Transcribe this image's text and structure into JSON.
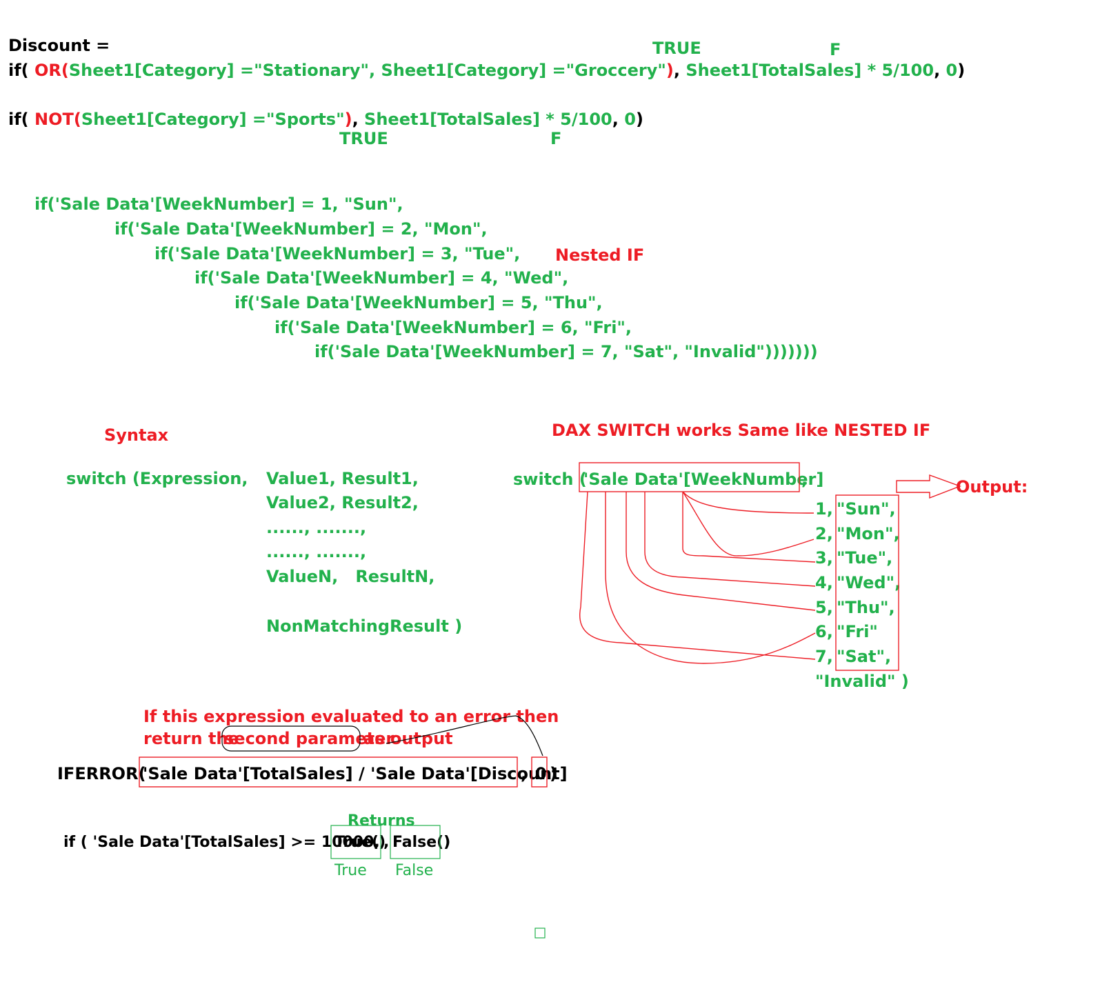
{
  "discount": {
    "title": "Discount =",
    "or_line": {
      "if": "if(",
      "or": "OR(",
      "cond1": "Sheet1[Category] =\"Stationary\", Sheet1[Category] =\"Groccery\"",
      "close": ")",
      "comma1": ",",
      "truepart": " Sheet1[TotalSales] * 5/100",
      "comma2": ",",
      "falsepart": " 0",
      "end": ")"
    },
    "or_true_label": "TRUE",
    "or_false_label": "F",
    "not_line": {
      "if": "if(",
      "not": "NOT(",
      "cond": "Sheet1[Category] =\"Sports\"",
      "close": ")",
      "comma1": ",",
      "truepart": " Sheet1[TotalSales] * 5/100",
      "comma2": ",",
      "falsepart": " 0",
      "end": ")"
    },
    "not_true_label": "TRUE",
    "not_false_label": "F"
  },
  "nested_if": {
    "lines": [
      "if('Sale Data'[WeekNumber] = 1, \"Sun\",",
      "if('Sale Data'[WeekNumber] = 2, \"Mon\",",
      "if('Sale Data'[WeekNumber] = 3, \"Tue\",",
      "if('Sale Data'[WeekNumber] = 4, \"Wed\",",
      "if('Sale Data'[WeekNumber] = 5, \"Thu\",",
      "if('Sale Data'[WeekNumber] = 6, \"Fri\",",
      "if('Sale Data'[WeekNumber] = 7, \"Sat\", \"Invalid\")))))))"
    ],
    "label": "Nested IF"
  },
  "syntax": {
    "heading": "Syntax",
    "switch": "switch (Expression,",
    "lines": [
      "Value1, Result1,",
      "Value2, Result2,",
      "......, .......,",
      "......, .......,",
      "ValueN,   ResultN,"
    ],
    "nonmatching": "NonMatchingResult )"
  },
  "switch_example": {
    "heading": "DAX SWITCH works Same like NESTED IF",
    "switch_prefix": "switch (",
    "expression": "'Sale Data'[WeekNumber]",
    "comma": ",",
    "output_label": "Output:",
    "nums": [
      "1,",
      "2,",
      "3,",
      "4,",
      "5,",
      "6,",
      "7,"
    ],
    "results": [
      "\"Sun\",",
      "\"Mon\",",
      "\"Tue\",",
      "\"Wed\",",
      "\"Thu\",",
      "\"Fri\"",
      "\"Sat\","
    ],
    "invalid": "\"Invalid\" )"
  },
  "iferror": {
    "note_line1": "If this expression evaluated to an error then",
    "note_line2_prefix": "return the",
    "note_highlight": "second parameter",
    "note_line2_suffix": "as output",
    "prefix": "IFERROR(",
    "expression": "'Sale Data'[TotalSales] / 'Sale Data'[Discount]",
    "comma": ",",
    "alternate": "0",
    "close": ")"
  },
  "bool": {
    "returns_label": "Returns",
    "prefix": "if ( 'Sale Data'[TotalSales] >= 10000,",
    "true_fn": "True()",
    "comma": ",",
    "false_fn": "False()",
    "close": ")",
    "true_label": "True",
    "false_label": "False"
  },
  "colors": {
    "green": "#22b14c",
    "red": "#ed1c24",
    "black": "#000000"
  }
}
